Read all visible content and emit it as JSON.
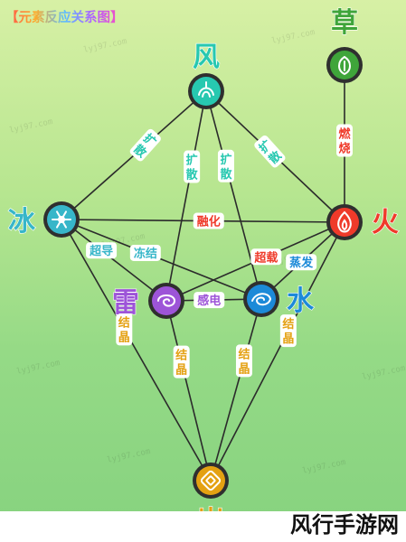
{
  "title": "【元素反应关系图】",
  "brand": "风行手游网",
  "watermark": "lyj97.com",
  "colors": {
    "anemo": "#27c8b0",
    "dendro": "#3fa53a",
    "pyro": "#ef3a2a",
    "cryo": "#37b6c9",
    "electro": "#9d54d8",
    "hydro": "#1c8ad8",
    "geo": "#e4a112",
    "line": "#2b2b2b",
    "bubble": "#ffffff"
  },
  "elements": [
    {
      "id": "anemo",
      "label": "风",
      "icon": "anemo-icon"
    },
    {
      "id": "dendro",
      "label": "草",
      "icon": "dendro-icon"
    },
    {
      "id": "cryo",
      "label": "冰",
      "icon": "cryo-icon"
    },
    {
      "id": "pyro",
      "label": "火",
      "icon": "pyro-icon"
    },
    {
      "id": "electro",
      "label": "雷",
      "icon": "electro-icon"
    },
    {
      "id": "hydro",
      "label": "水",
      "icon": "hydro-icon"
    },
    {
      "id": "geo",
      "label": "岩",
      "icon": "geo-icon"
    }
  ],
  "reactions": [
    {
      "from": "anemo",
      "to": "cryo",
      "label": "扩散"
    },
    {
      "from": "anemo",
      "to": "electro",
      "label": "扩散"
    },
    {
      "from": "anemo",
      "to": "hydro",
      "label": "扩散"
    },
    {
      "from": "anemo",
      "to": "pyro",
      "label": "扩散"
    },
    {
      "from": "dendro",
      "to": "pyro",
      "label": "燃烧"
    },
    {
      "from": "cryo",
      "to": "pyro",
      "label": "融化"
    },
    {
      "from": "cryo",
      "to": "hydro",
      "label": "冻结"
    },
    {
      "from": "cryo",
      "to": "electro",
      "label": "超导"
    },
    {
      "from": "electro",
      "to": "pyro",
      "label": "超载"
    },
    {
      "from": "hydro",
      "to": "pyro",
      "label": "蒸发"
    },
    {
      "from": "electro",
      "to": "hydro",
      "label": "感电"
    },
    {
      "from": "geo",
      "to": "cryo",
      "label": "结晶"
    },
    {
      "from": "geo",
      "to": "electro",
      "label": "结晶"
    },
    {
      "from": "geo",
      "to": "hydro",
      "label": "结晶"
    },
    {
      "from": "geo",
      "to": "pyro",
      "label": "结晶"
    }
  ]
}
